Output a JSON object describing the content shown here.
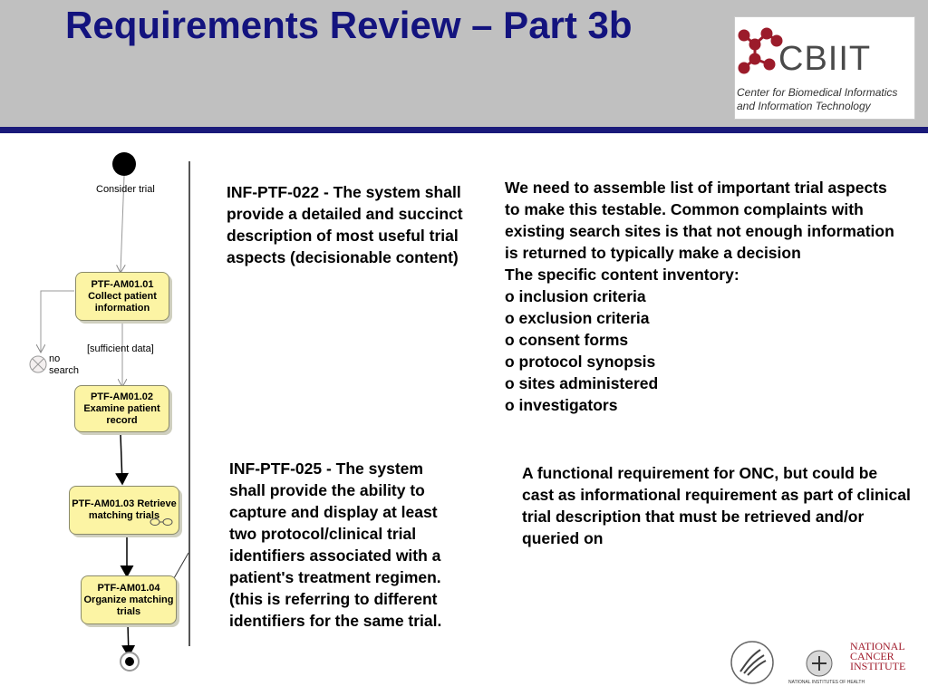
{
  "slide": {
    "title": "Requirements Review – Part 3b",
    "logo": {
      "name": "CBIIT",
      "subtitle_line1": "Center for Biomedical Informatics",
      "subtitle_line2": "and Information Technology"
    }
  },
  "diagram": {
    "start_label": "Consider trial",
    "nodes": [
      {
        "line1": "PTF-AM01.01",
        "line2": "Collect patient",
        "line3": "information"
      },
      {
        "line1": "PTF-AM01.02",
        "line2": "Examine patient",
        "line3": "record"
      },
      {
        "line1": "PTF-AM01.03 Retrieve",
        "line2": "matching trials",
        "line3": ""
      },
      {
        "line1": "PTF-AM01.04",
        "line2": "Organize matching",
        "line3": "trials"
      }
    ],
    "guard_label": "[sufficient data]",
    "no_search_line1": "no",
    "no_search_line2": "search"
  },
  "requirements": {
    "req1": "INF-PTF-022 - The system shall provide a detailed and succinct description of most useful trial aspects (decisionable content)",
    "req2": "INF-PTF-025 - The system shall provide the ability to capture and display at least two protocol/clinical trial identifiers associated with a patient's treatment regimen. (this is referring to different identifiers for the same trial."
  },
  "notes": {
    "note1_lines": [
      "We need to assemble list of important trial aspects",
      "to make this testable. Common complaints with",
      "existing search sites is that not enough information",
      "is returned to typically make a decision",
      "The specific content inventory:",
      "o inclusion criteria",
      "o exclusion criteria",
      "o consent forms",
      "o protocol synopsis",
      "o sites administered",
      "o investigators"
    ],
    "note2": "A functional requirement for ONC, but could be cast as informational requirement as part of clinical trial description that must be retrieved and/or queried on"
  },
  "footer": {
    "nih_text": "NATIONAL INSTITUTES OF HEALTH",
    "nci_line1": "NATIONAL",
    "nci_line2": "CANCER",
    "nci_line3": "INSTITUTE"
  }
}
